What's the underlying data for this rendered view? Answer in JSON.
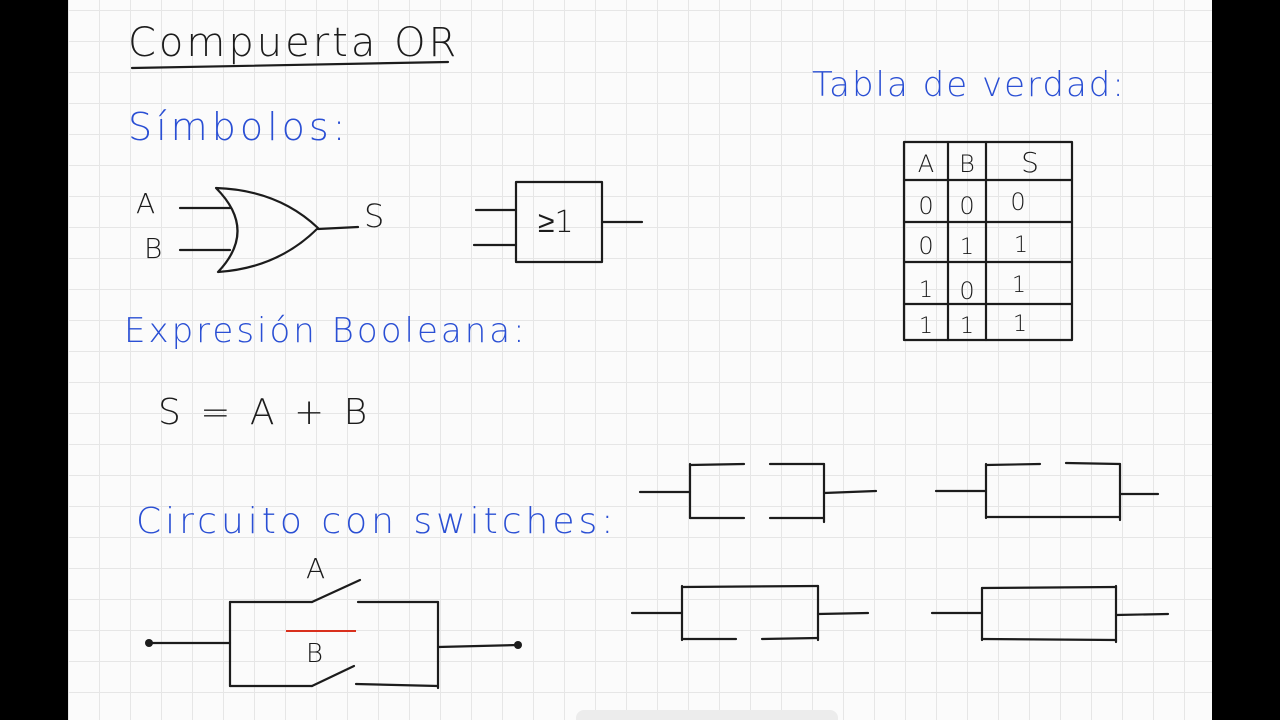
{
  "title": "Compuerta OR",
  "sections": {
    "symbols": "Símbolos:",
    "expression": "Expresión Booleana:",
    "circuit": "Circuito con switches:",
    "truth_table": "Tabla de verdad:"
  },
  "gate": {
    "input_a": "A",
    "input_b": "B",
    "output": "S",
    "iec_symbol": "≥1"
  },
  "expression": "S = A + B",
  "truth_table": {
    "headers": [
      "A",
      "B",
      "S"
    ],
    "rows": [
      [
        "0",
        "0",
        "0"
      ],
      [
        "0",
        "1",
        "1"
      ],
      [
        "1",
        "0",
        "1"
      ],
      [
        "1",
        "1",
        "1"
      ]
    ]
  },
  "switch_circuit": {
    "switch_a": "A",
    "switch_b": "B"
  },
  "colors": {
    "ink_black": "#1c1c1c",
    "ink_blue": "#2a4fd4",
    "ink_red": "#d9301d"
  }
}
